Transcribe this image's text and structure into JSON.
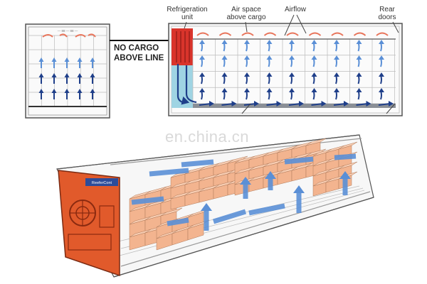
{
  "labels": {
    "refrigeration_unit": [
      "Refrigeration",
      "unit"
    ],
    "air_space": [
      "Air space",
      "above cargo"
    ],
    "airflow": "Airflow",
    "rear_doors": [
      "Rear",
      "doors"
    ]
  },
  "callout": [
    "NO CARGO",
    "ABOVE LINE"
  ],
  "end_view_panel_text": "— 88 — 88 —",
  "unit_brand_text": "ReeferCont",
  "watermark": "en.china.cn",
  "colors": {
    "refrigeration_red": "#d9342b",
    "evaporator_blue": "#9fd4e3",
    "cargo_orange": "#f3b48f",
    "airflow_blue": "#5a8fd6",
    "dark_arrow": "#1f3f8a",
    "warm_arrow": "#e8745a"
  },
  "icons": [
    "airflow-arrow-icon",
    "up-arrow-icon",
    "curved-arrow-icon"
  ]
}
